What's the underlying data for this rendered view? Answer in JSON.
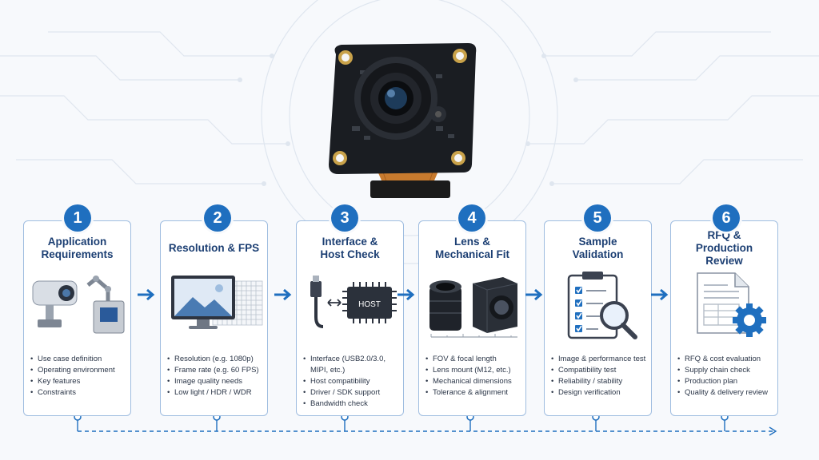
{
  "steps": [
    {
      "number": "1",
      "title_lines": [
        "Application",
        "Requirements"
      ],
      "icon": "security-camera-and-robot-arm-icon",
      "items": [
        "Use case definition",
        "Operating environment",
        "Key features",
        "Constraints"
      ]
    },
    {
      "number": "2",
      "title_lines": [
        "Resolution & FPS"
      ],
      "icon": "monitor-with-pixel-grid-icon",
      "items": [
        "Resolution (e.g. 1080p)",
        "Frame rate (e.g. 60 FPS)",
        "Image quality needs",
        "Low light / HDR / WDR"
      ]
    },
    {
      "number": "3",
      "title_lines": [
        "Interface &",
        "Host Check"
      ],
      "icon": "usb-to-host-chip-icon",
      "chip_label": "HOST",
      "items": [
        "Interface (USB2.0/3.0,",
        "MIPI, etc.)",
        "Host compatibility",
        "Driver / SDK support",
        "Bandwidth check"
      ]
    },
    {
      "number": "4",
      "title_lines": [
        "Lens &",
        "Mechanical Fit"
      ],
      "icon": "lens-and-housing-icon",
      "items": [
        "FOV & focal length",
        "Lens mount (M12, etc.)",
        "Mechanical dimensions",
        "Tolerance & alignment"
      ]
    },
    {
      "number": "5",
      "title_lines": [
        "Sample",
        "Validation"
      ],
      "icon": "clipboard-checklist-magnifier-icon",
      "items": [
        "Image & performance test",
        "Compatibility test",
        "Reliability / stability",
        "Design verification"
      ]
    },
    {
      "number": "6",
      "title_lines": [
        "RFQ &",
        "Production Review"
      ],
      "icon": "document-with-gear-icon",
      "items": [
        "RFQ & cost evaluation",
        "Supply chain check",
        "Production plan",
        "Quality & delivery review"
      ]
    }
  ],
  "colors": {
    "accent": "#1f6fbf",
    "card_border": "#9fbde0",
    "title": "#1c3f73"
  }
}
